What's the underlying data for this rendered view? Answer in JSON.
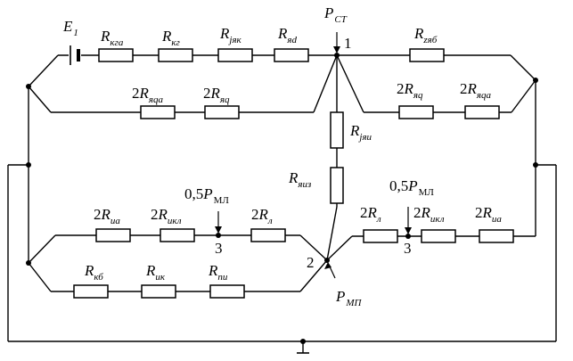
{
  "source": {
    "symbol": "E",
    "sub": "1"
  },
  "nodes": {
    "n1": "1",
    "n2": "2",
    "n3_left": "3",
    "n3_right": "3",
    "p_st": {
      "symbol": "P",
      "sub": "СТ"
    },
    "p_mp": {
      "symbol": "P",
      "sub": "МП"
    },
    "p_ml_left": {
      "coef": "0,5",
      "symbol": "P",
      "sub": "МЛ"
    },
    "p_ml_right": {
      "coef": "0,5",
      "symbol": "P",
      "sub": "МЛ"
    }
  },
  "resistors": {
    "top_1": {
      "pre": "",
      "sym": "R",
      "sub": "кга"
    },
    "top_2": {
      "pre": "",
      "sym": "R",
      "sub": "кг"
    },
    "top_3": {
      "pre": "",
      "sym": "R",
      "sub": "jяк"
    },
    "top_4": {
      "pre": "",
      "sym": "R",
      "sub": "яd"
    },
    "top_right": {
      "pre": "",
      "sym": "R",
      "sub": "zяб"
    },
    "mid_left_1": {
      "pre": "2",
      "sym": "R",
      "sub": "яqа"
    },
    "mid_left_2": {
      "pre": "2",
      "sym": "R",
      "sub": "яq"
    },
    "mid_right_1": {
      "pre": "2",
      "sym": "R",
      "sub": "яq"
    },
    "mid_right_2": {
      "pre": "2",
      "sym": "R",
      "sub": "яqа"
    },
    "vert_1": {
      "pre": "",
      "sym": "R",
      "sub": "jяи"
    },
    "vert_2": {
      "pre": "",
      "sym": "R",
      "sub": "яиз"
    },
    "low_left_1": {
      "pre": "2",
      "sym": "R",
      "sub": "иа"
    },
    "low_left_2": {
      "pre": "2",
      "sym": "R",
      "sub": "икл"
    },
    "low_left_3": {
      "pre": "2",
      "sym": "R",
      "sub": "л"
    },
    "bot_left_1": {
      "pre": "",
      "sym": "R",
      "sub": "кб"
    },
    "bot_left_2": {
      "pre": "",
      "sym": "R",
      "sub": "ик"
    },
    "bot_left_3": {
      "pre": "",
      "sym": "R",
      "sub": "пи"
    },
    "low_right_1": {
      "pre": "2",
      "sym": "R",
      "sub": "л"
    },
    "low_right_2": {
      "pre": "2",
      "sym": "R",
      "sub": "икл"
    },
    "low_right_3": {
      "pre": "2",
      "sym": "R",
      "sub": "иа"
    }
  }
}
